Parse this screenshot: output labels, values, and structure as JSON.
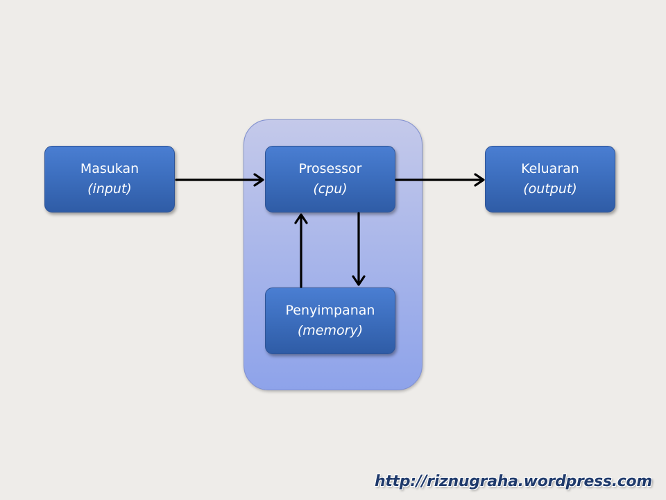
{
  "nodes": {
    "input": {
      "title": "Masukan",
      "subtitle": "(input)"
    },
    "cpu": {
      "title": "Prosessor",
      "subtitle": "(cpu)"
    },
    "output": {
      "title": "Keluaran",
      "subtitle": "(output)"
    },
    "memory": {
      "title": "Penyimpanan",
      "subtitle": "(memory)"
    }
  },
  "edges": [
    {
      "from": "input",
      "to": "cpu"
    },
    {
      "from": "cpu",
      "to": "output"
    },
    {
      "from": "memory",
      "to": "cpu"
    },
    {
      "from": "cpu",
      "to": "memory"
    }
  ],
  "watermark": "http://riznugraha.wordpress.com",
  "colors": {
    "background": "#eeece9",
    "node_fill": "#3d6fbf",
    "container_fill": "#a6b4ea",
    "arrow": "#000000"
  }
}
